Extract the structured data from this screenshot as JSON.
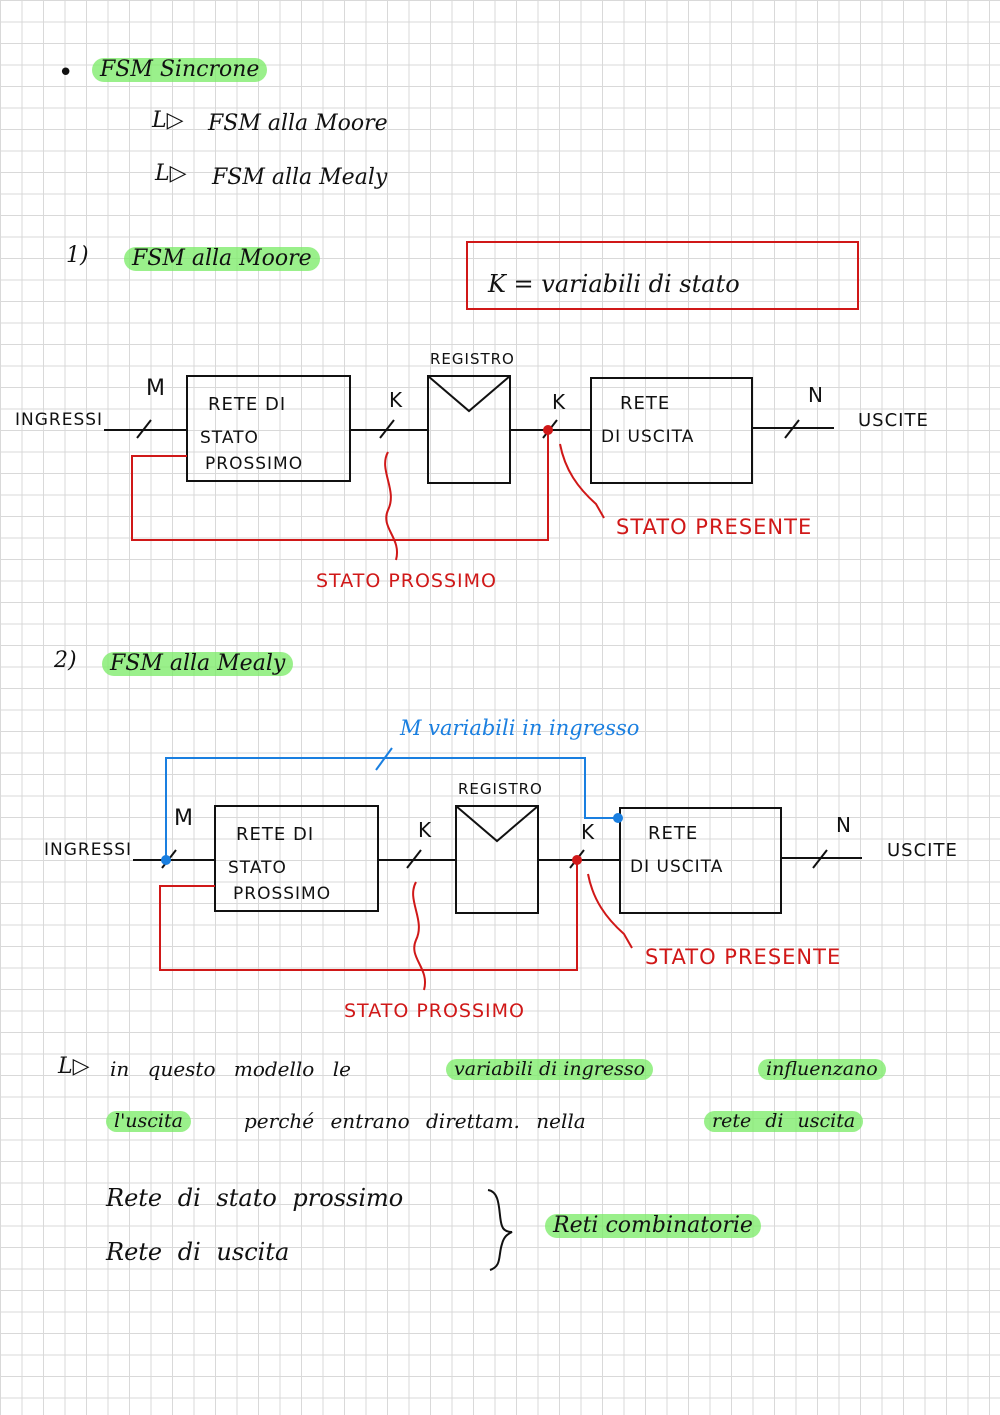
{
  "notes": {
    "title": "FSM Sincrone",
    "subitems": [
      "FSM alla Moore",
      "FSM alla Mealy"
    ],
    "arrow": "L▷",
    "bullet": "•"
  },
  "legend_box": {
    "text": "K = variabili di stato"
  },
  "moore": {
    "heading_num": "1)",
    "heading": "FSM alla Moore",
    "input_label": "INGRESSI",
    "output_label": "USCITE",
    "block1": [
      "RETE DI",
      "STATO",
      "PROSSIMO"
    ],
    "register": "REGISTRO",
    "block2": [
      "RETE",
      "DI USCITA"
    ],
    "bus_m": "M",
    "bus_k1": "K",
    "bus_k2": "K",
    "bus_n": "N",
    "next_state": "STATO PROSSIMO",
    "present_state": "STATO PRESENTE"
  },
  "mealy": {
    "heading_num": "2)",
    "heading": "FSM alla Mealy",
    "input_label": "INGRESSI",
    "output_label": "USCITE",
    "block1": [
      "RETE DI",
      "STATO",
      "PROSSIMO"
    ],
    "register": "REGISTRO",
    "block2": [
      "RETE",
      "DI USCITA"
    ],
    "bus_m": "M",
    "bus_k1": "K",
    "bus_k2": "K",
    "bus_n": "N",
    "inputs_note": "M variabili in ingresso",
    "next_state": "STATO PROSSIMO",
    "present_state": "STATO PRESENTE"
  },
  "explanation": {
    "arrow": "L▷",
    "line1_a": "in questo modello le",
    "line1_hl1": "variabili di ingresso",
    "line1_hl2": "influenzano",
    "line2_hl1": "l'uscita",
    "line2_b": "perché entrano direttam. nella",
    "line2_hl2": "rete di uscita"
  },
  "summary": {
    "items": [
      "Rete di stato prossimo",
      "Rete di uscita"
    ],
    "result": "Reti combinatorie"
  },
  "colors": {
    "ink": "#111111",
    "red": "#d01818",
    "blue": "#1a7fe0",
    "highlight": "#78eb64"
  }
}
